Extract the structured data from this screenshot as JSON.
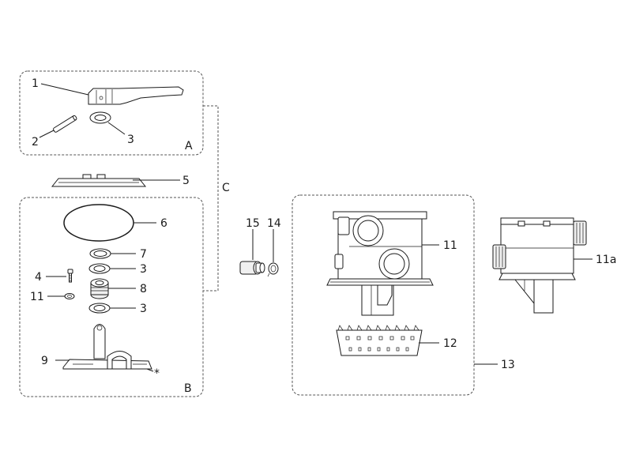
{
  "callouts": {
    "n1": "1",
    "n2": "2",
    "n3a": "3",
    "n3b": "3",
    "n3c": "3",
    "n4": "4",
    "n5": "5",
    "n6": "6",
    "n7": "7",
    "n8": "8",
    "n9": "9",
    "n11": "11",
    "n11b": "11",
    "n11a": "11a",
    "n12": "12",
    "n13": "13",
    "n14": "14",
    "n15": "15",
    "star": "*"
  },
  "groups": {
    "a": "A",
    "b": "B",
    "c": "C"
  }
}
